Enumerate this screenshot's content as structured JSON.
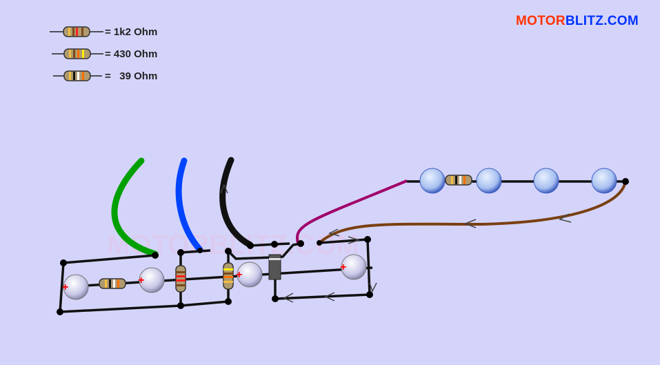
{
  "logo": {
    "part1": "MOTOR",
    "part2": "BLITZ.COM"
  },
  "watermark": "MOTORBLITZ.COM",
  "legend": [
    {
      "label": "= 1k2 Ohm",
      "bands": [
        "#f2c040",
        "#7a4a1a",
        "#ff2020",
        "#7a4a1a"
      ]
    },
    {
      "label": "= 430 Ohm",
      "bands": [
        "#f2c040",
        "#7a4a1a",
        "#ff7000",
        "#ffee00"
      ]
    },
    {
      "label": "=   39 Ohm",
      "bands": [
        "#f2c040",
        "#111111",
        "#ffffff",
        "#ff7000"
      ]
    }
  ],
  "colors": {
    "background": "#d4d4fb",
    "green": "#00a000",
    "blue": "#0044ff",
    "black": "#111111",
    "magenta": "#a0006a",
    "brown": "#7a4010",
    "logo_red": "#ff3300",
    "logo_blue": "#0033ff"
  }
}
